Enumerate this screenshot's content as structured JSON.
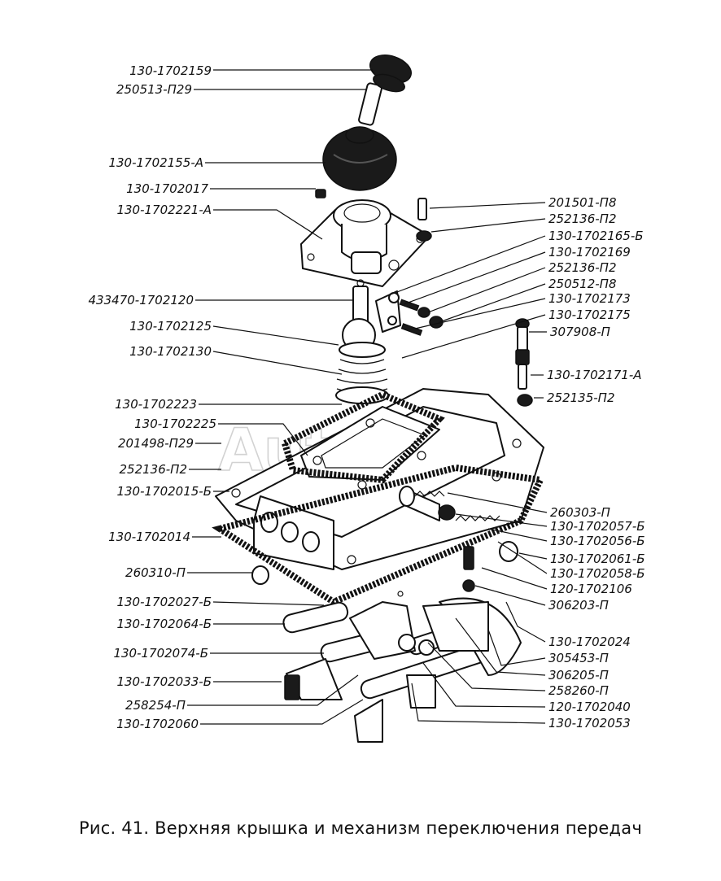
{
  "caption": "Рис. 41. Верхняя крышка и механизм переключения передач",
  "watermark": "AutoSoft",
  "colors": {
    "ink": "#111111",
    "paper": "#ffffff",
    "watermark": "#c8c8c8"
  },
  "labels_left": [
    "130-1702159",
    "250513-П29",
    "130-1702155-А",
    "130-1702017",
    "130-1702221-А",
    "433470-1702120",
    "130-1702125",
    "130-1702130",
    "130-1702223",
    "130-1702225",
    "201498-П29",
    "252136-П2",
    "130-1702015-Б",
    "130-1702014",
    "260310-П",
    "130-1702027-Б",
    "130-1702064-Б",
    "130-1702074-Б",
    "130-1702033-Б",
    "258254-П",
    "130-1702060"
  ],
  "labels_right": [
    "201501-П8",
    "252136-П2",
    "130-1702165-Б",
    "130-1702169",
    "252136-П2",
    "250512-П8",
    "130-1702173",
    "130-1702175",
    "307908-П",
    "130-1702171-А",
    "252135-П2",
    "260303-П",
    "130-1702057-Б",
    "130-1702056-Б",
    "130-1702061-Б",
    "130-1702058-Б",
    "120-1702106",
    "306203-П",
    "130-1702024",
    "305453-П",
    "306205-П",
    "258260-П",
    "120-1702040",
    "130-1702053"
  ]
}
